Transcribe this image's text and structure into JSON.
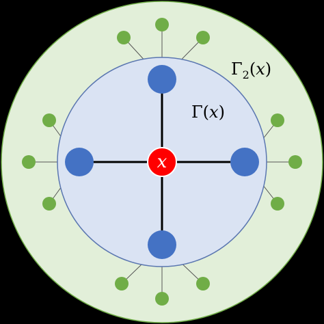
{
  "colors": {
    "background": "#000000",
    "outer_region_fill": "#e2efd9",
    "outer_region_stroke": "#70ad47",
    "inner_region_fill": "#dae3f3",
    "inner_region_stroke": "#5a76b0",
    "center_node_fill": "#ff0000",
    "center_node_stroke": "#ffffff",
    "center_node_text": "#ffffff",
    "first_neighbor_fill": "#4472c4",
    "second_neighbor_fill": "#70ad47",
    "edge_primary": "#000000",
    "edge_secondary": "#555555",
    "label_text": "#000000"
  },
  "labels": {
    "center_node": "x",
    "inner_region": {
      "gamma": "Γ",
      "open": "(",
      "var": "x",
      "close": ")"
    },
    "outer_region": {
      "gamma": "Γ",
      "subscript": "2",
      "open": "(",
      "var": "x",
      "close": ")"
    }
  },
  "graph": {
    "center": "x",
    "first_neighbors": [
      "top",
      "left",
      "right",
      "bottom"
    ],
    "second_neighbors_per_first_neighbor": 3
  }
}
